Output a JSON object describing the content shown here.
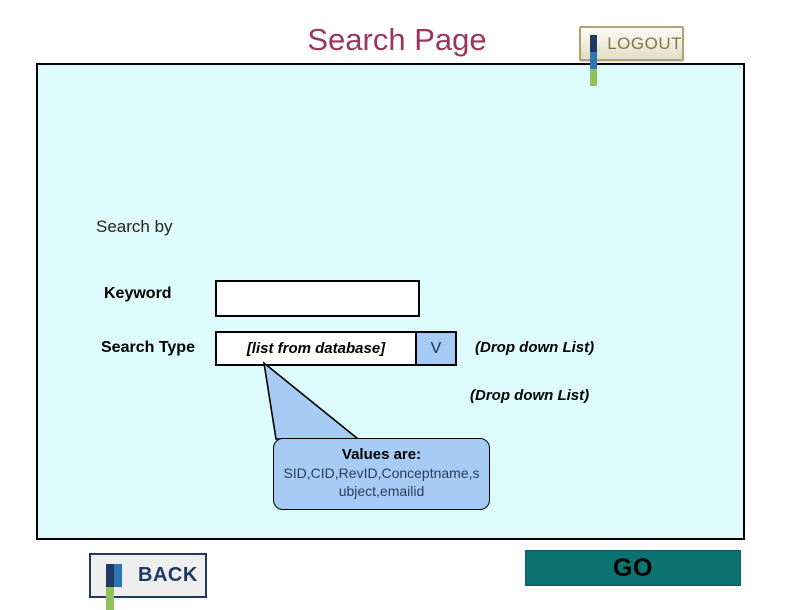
{
  "page": {
    "title": "Search Page",
    "title_color": "#993366",
    "panel_background": "#ddfbfc"
  },
  "logout": {
    "label": "LOGOUT",
    "icon": "bar-chart-icon",
    "icon_colors": [
      "#1f3864",
      "#2e75b6",
      "#92c05a"
    ],
    "text_color": "#8a7345"
  },
  "form": {
    "section_label": "Search by",
    "keyword": {
      "label": "Keyword",
      "value": "",
      "placeholder": ""
    },
    "search_type": {
      "label": "Search Type",
      "value": "[list from database]",
      "arrow_glyph": "V",
      "arrow_background": "#a6cbf5"
    }
  },
  "annotations": {
    "dropdown_note_1": "(Drop down List)",
    "dropdown_note_2": "(Drop down List)"
  },
  "callout": {
    "title": "Values are:",
    "values": "SID,CID,RevID,Conceptname,subject,emailid",
    "background": "#a6cbf5",
    "values_color": "#2d3c5b"
  },
  "back": {
    "label": "BACK",
    "icon": "bar-chart-icon",
    "icon_colors": [
      "#1f3864",
      "#2e75b6",
      "#92c05a"
    ],
    "text_color": "#1f3864"
  },
  "go": {
    "label": "GO",
    "background": "#0d7272",
    "text_color": "#000000"
  }
}
